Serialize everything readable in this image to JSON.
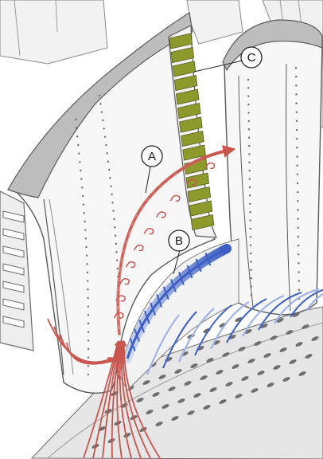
{
  "callouts": [
    {
      "key": "a",
      "label": "A"
    },
    {
      "key": "b",
      "label": "B"
    },
    {
      "key": "c",
      "label": "C"
    }
  ],
  "colors": {
    "vane_fill": "#f7f7f7",
    "vane_outline": "#5a5a5a",
    "hub_fill": "#d8d8d8",
    "top_surface": "#bdbdbd",
    "film_holes": "#7a7a7a",
    "red_flow": "#c8564f",
    "blue_flow": "#3d5fc4",
    "blue_flow_light": "#9fb3e8",
    "cooling_slots": "#8c9a2c"
  }
}
